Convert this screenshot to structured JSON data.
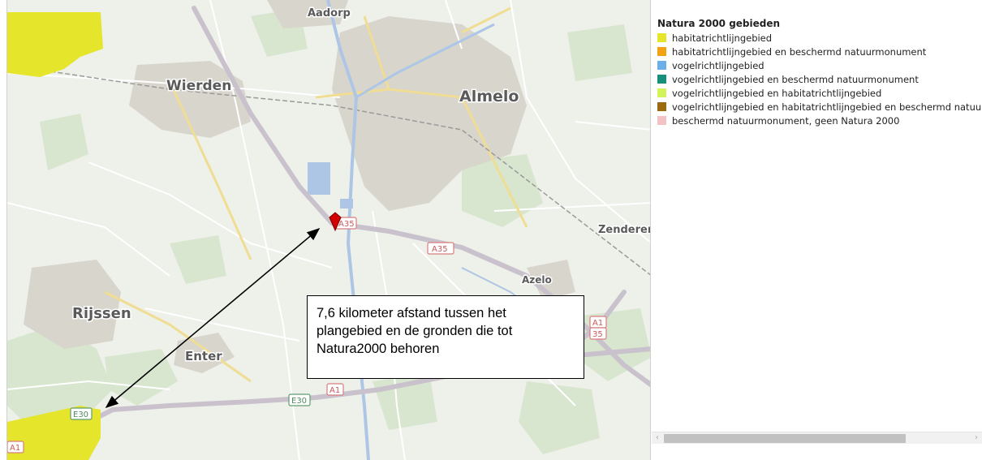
{
  "colors": {
    "habitat": "#e5e52c",
    "habitat_protected": "#f3a312",
    "bird": "#6aaeea",
    "bird_protected": "#15907a",
    "bird_habitat": "#d2f45a",
    "bird_habitat_protected": "#9b6a0e",
    "protected_only": "#f3c2c4",
    "marker": "#d20000",
    "motorway": "#c9c2cc",
    "water": "#aec6e6",
    "urban": "#d8d5cd"
  },
  "map": {
    "places": [
      {
        "name": "Aadorp"
      },
      {
        "name": "Wierden"
      },
      {
        "name": "Almelo"
      },
      {
        "name": "Zenderen"
      },
      {
        "name": "Rijssen"
      },
      {
        "name": "Enter"
      },
      {
        "name": "Azelo"
      }
    ],
    "roads": [
      {
        "label": "A35"
      },
      {
        "label": "A35"
      },
      {
        "label": "A1"
      },
      {
        "label": "35"
      },
      {
        "label": "A1"
      },
      {
        "label": "E30"
      },
      {
        "label": "E30"
      },
      {
        "label": "A1"
      }
    ],
    "marker_icon": "location-marker-icon",
    "arrow_icon": "double-arrow-icon"
  },
  "callout": {
    "line1": "7,6 kilometer afstand tussen het",
    "line2": "plangebied en de gronden die tot",
    "line3": "Natura2000 behoren"
  },
  "legend": {
    "title": "Natura 2000 gebieden",
    "items": [
      {
        "label": "habitatrichtlijngebied",
        "color": "#e5e52c"
      },
      {
        "label": "habitatrichtlijngebied en beschermd natuurmonument",
        "color": "#f3a312"
      },
      {
        "label": "vogelrichtlijngebied",
        "color": "#6aaeea"
      },
      {
        "label": "vogelrichtlijngebied en beschermd natuurmonument",
        "color": "#15907a"
      },
      {
        "label": "vogelrichtlijngebied en habitatrichtlijngebied",
        "color": "#d2f45a"
      },
      {
        "label": "vogelrichtlijngebied en habitatrichtlijngebied en beschermd natuurmonument",
        "color": "#9b6a0e"
      },
      {
        "label": "beschermd natuurmonument, geen Natura 2000",
        "color": "#f3c2c4"
      }
    ]
  },
  "scrollbar": {
    "left_arrow": "‹",
    "right_arrow": "›"
  }
}
